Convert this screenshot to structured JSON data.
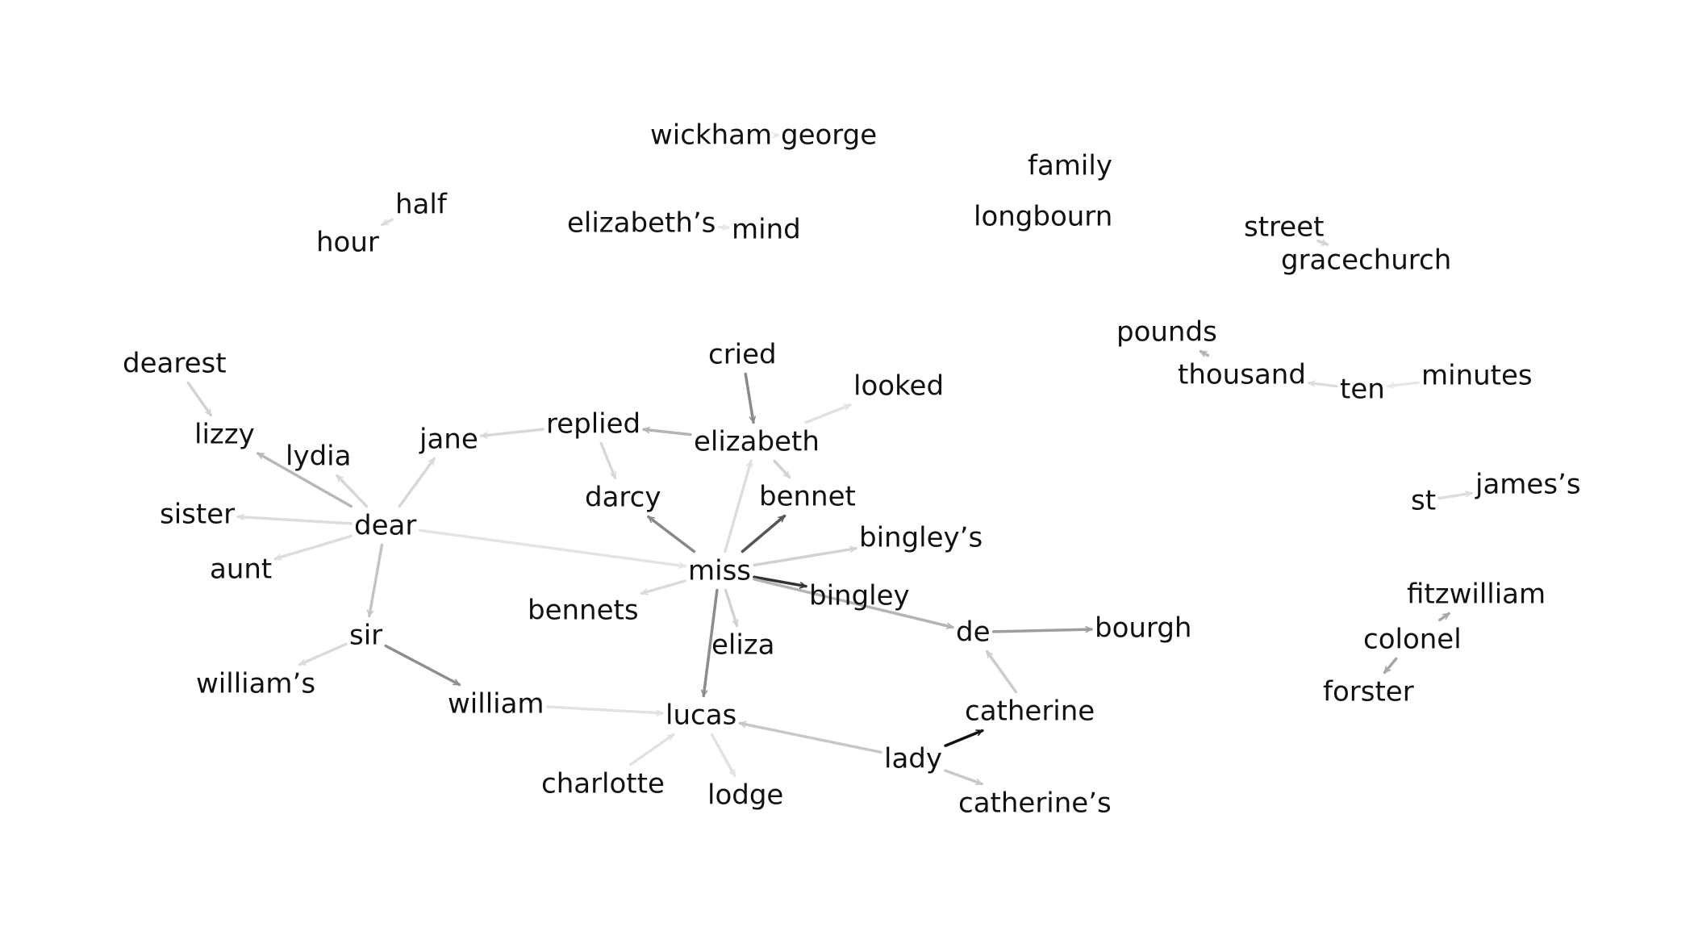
{
  "graph": {
    "nodes": {
      "wickham": "wickham",
      "george": "george",
      "family": "family",
      "half": "half",
      "hour": "hour",
      "elizabeths": "elizabeth’s",
      "mind": "mind",
      "longbourn": "longbourn",
      "street": "street",
      "gracechurch": "gracechurch",
      "pounds": "pounds",
      "cried": "cried",
      "dearest": "dearest",
      "looked": "looked",
      "thousand": "thousand",
      "ten": "ten",
      "minutes": "minutes",
      "replied": "replied",
      "lizzy": "lizzy",
      "lydia": "lydia",
      "jane": "jane",
      "elizabeth": "elizabeth",
      "darcy": "darcy",
      "bennet": "bennet",
      "james": "james’s",
      "st": "st",
      "sister": "sister",
      "dear": "dear",
      "bingleys": "bingley’s",
      "aunt": "aunt",
      "miss": "miss",
      "fitzwilliam": "fitzwilliam",
      "bingley": "bingley",
      "bennets": "bennets",
      "de": "de",
      "bourgh": "bourgh",
      "sir": "sir",
      "eliza": "eliza",
      "colonel": "colonel",
      "williams": "william’s",
      "forster": "forster",
      "william": "william",
      "lucas": "lucas",
      "catherine": "catherine",
      "lady": "lady",
      "charlotte": "charlotte",
      "lodge": "lodge",
      "catherines": "catherine’s"
    },
    "edges": [
      {
        "from": "wickham",
        "to": "george",
        "shade": "#e6e6e6"
      },
      {
        "from": "half",
        "to": "hour",
        "shade": "#dcdcdc"
      },
      {
        "from": "elizabeths",
        "to": "mind",
        "shade": "#e6e6e6"
      },
      {
        "from": "gracechurch",
        "to": "street",
        "shade": "#d4d4d4"
      },
      {
        "from": "thousand",
        "to": "pounds",
        "shade": "#b4b4b4"
      },
      {
        "from": "ten",
        "to": "thousand",
        "shade": "#dddddd"
      },
      {
        "from": "minutes",
        "to": "ten",
        "shade": "#e8e8e8"
      },
      {
        "from": "cried",
        "to": "elizabeth",
        "shade": "#8a8a8a"
      },
      {
        "from": "dearest",
        "to": "lizzy",
        "shade": "#d2d2d2"
      },
      {
        "from": "elizabeth",
        "to": "looked",
        "shade": "#e2e2e2"
      },
      {
        "from": "replied",
        "to": "jane",
        "shade": "#d8d8d8"
      },
      {
        "from": "elizabeth",
        "to": "replied",
        "shade": "#b4b4b4"
      },
      {
        "from": "replied",
        "to": "darcy",
        "shade": "#d8d8d8"
      },
      {
        "from": "elizabeth",
        "to": "bennet",
        "shade": "#d2d2d2"
      },
      {
        "from": "st",
        "to": "james",
        "shade": "#dddddd"
      },
      {
        "from": "dear",
        "to": "lizzy",
        "shade": "#b8b8b8"
      },
      {
        "from": "dear",
        "to": "lydia",
        "shade": "#d8d8d8"
      },
      {
        "from": "dear",
        "to": "jane",
        "shade": "#d8d8d8"
      },
      {
        "from": "dear",
        "to": "sister",
        "shade": "#dcdcdc"
      },
      {
        "from": "dear",
        "to": "aunt",
        "shade": "#dddddd"
      },
      {
        "from": "dear",
        "to": "sir",
        "shade": "#c4c4c4"
      },
      {
        "from": "dear",
        "to": "miss",
        "shade": "#e4e4e4"
      },
      {
        "from": "miss",
        "to": "darcy",
        "shade": "#888888"
      },
      {
        "from": "miss",
        "to": "elizabeth",
        "shade": "#dedede"
      },
      {
        "from": "miss",
        "to": "bennet",
        "shade": "#555555"
      },
      {
        "from": "miss",
        "to": "bingleys",
        "shade": "#d2d2d2"
      },
      {
        "from": "miss",
        "to": "bingley",
        "shade": "#333333"
      },
      {
        "from": "miss",
        "to": "bennets",
        "shade": "#dadada"
      },
      {
        "from": "miss",
        "to": "de",
        "shade": "#b4b4b4"
      },
      {
        "from": "miss",
        "to": "eliza",
        "shade": "#d2d2d2"
      },
      {
        "from": "miss",
        "to": "lucas",
        "shade": "#8c8c8c"
      },
      {
        "from": "de",
        "to": "bourgh",
        "shade": "#9e9e9e"
      },
      {
        "from": "colonel",
        "to": "fitzwilliam",
        "shade": "#a6a6a6"
      },
      {
        "from": "colonel",
        "to": "forster",
        "shade": "#a6a6a6"
      },
      {
        "from": "sir",
        "to": "williams",
        "shade": "#dadada"
      },
      {
        "from": "sir",
        "to": "william",
        "shade": "#8e8e8e"
      },
      {
        "from": "william",
        "to": "lucas",
        "shade": "#e2e2e2"
      },
      {
        "from": "catherine",
        "to": "de",
        "shade": "#cccccc"
      },
      {
        "from": "lady",
        "to": "catherine",
        "shade": "#111111"
      },
      {
        "from": "lady",
        "to": "lucas",
        "shade": "#c8c8c8"
      },
      {
        "from": "lady",
        "to": "catherines",
        "shade": "#c8c8c8"
      },
      {
        "from": "charlotte",
        "to": "lucas",
        "shade": "#e2e2e2"
      },
      {
        "from": "lucas",
        "to": "lodge",
        "shade": "#e2e2e2"
      }
    ]
  }
}
